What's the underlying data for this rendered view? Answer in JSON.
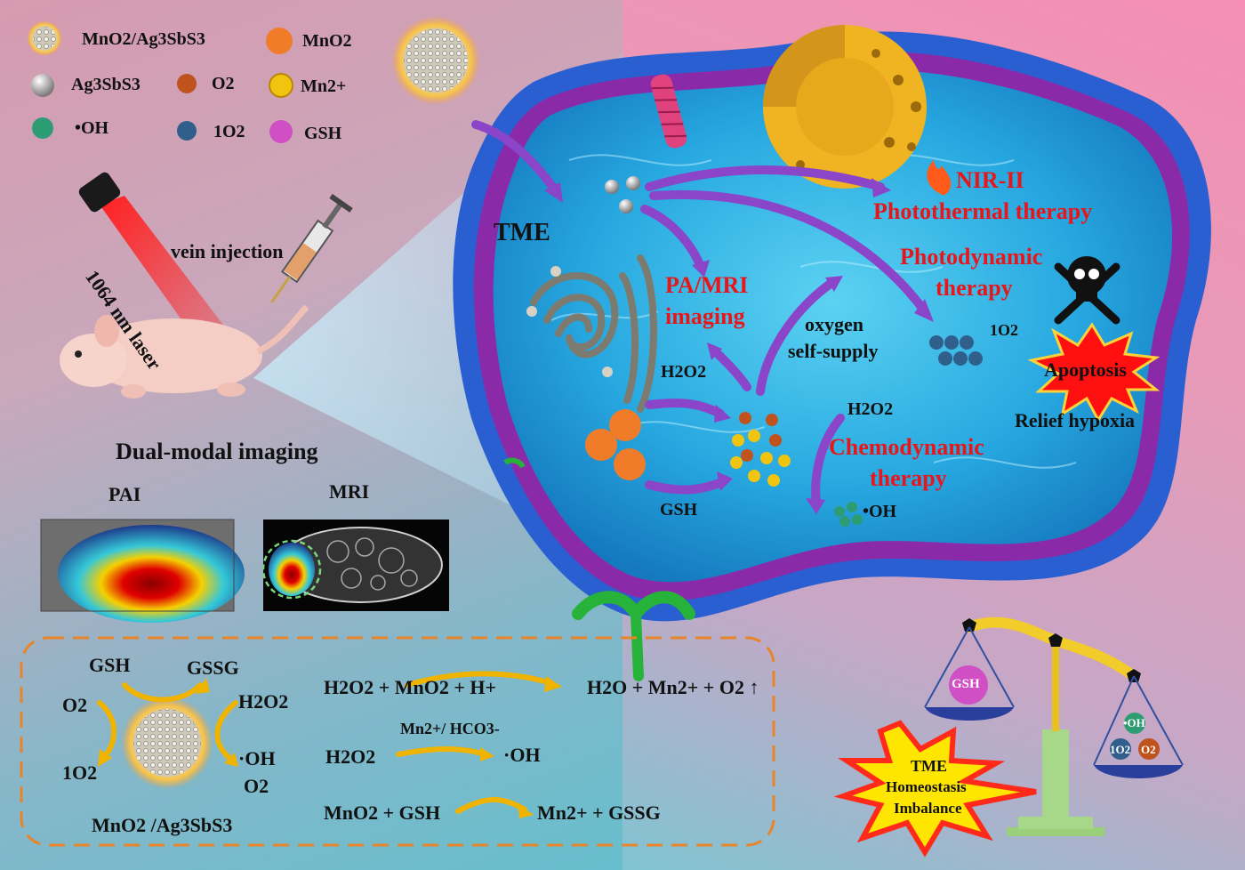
{
  "legend": {
    "composite": "MnO2/Ag3SbS3",
    "mno2": "MnO2",
    "ag3sbs3": "Ag3SbS3",
    "o2": "O2",
    "mn2plus": "Mn2+",
    "oh": "•OH",
    "singlet_o2": "1O2",
    "gsh": "GSH"
  },
  "left": {
    "laser": "1064 nm laser",
    "injection": "vein injection",
    "dual_modal": "Dual-modal imaging",
    "pai": "PAI",
    "mri": "MRI"
  },
  "cell": {
    "tme": "TME",
    "nir": "NIR-II",
    "photothermal": "Photothermal therapy",
    "photodynamic_1": "Photodynamic",
    "photodynamic_2": "therapy",
    "pa_mri_1": "PA/MRI",
    "pa_mri_2": "imaging",
    "oxygen_1": "oxygen",
    "oxygen_2": "self-supply",
    "singlet": "1O2",
    "apoptosis": "Apoptosis",
    "relief": "Relief hypoxia",
    "h2o2_a": "H2O2",
    "h2o2_b": "H2O2",
    "chemo_1": "Chemodynamic",
    "chemo_2": "therapy",
    "gsh": "GSH",
    "oh": "•OH"
  },
  "reactions": {
    "gsh": "GSH",
    "gssg": "GSSG",
    "o2": "O2",
    "h2o2": "H2O2",
    "singlet": "1O2",
    "oh": "·OH",
    "o2b": "O2",
    "name": "MnO2 /Ag3SbS3",
    "eq1_left": "H2O2 + MnO2 + H+",
    "eq1_right": "H2O + Mn2+ + O2 ↑",
    "eq2_cat": "Mn2+/ HCO3-",
    "eq2_left": "H2O2",
    "eq2_right": "·OH",
    "eq3_left": "MnO2 + GSH",
    "eq3_right": "Mn2+ + GSSG"
  },
  "balance": {
    "gsh": "GSH",
    "oh": "•OH",
    "singlet": "1O2",
    "o2": "O2",
    "burst_1": "TME",
    "burst_2": "Homeostasis",
    "burst_3": "Imbalance"
  },
  "colors": {
    "mno2": "#f07c2a",
    "ag3sbs3": "#a9a9a9",
    "o2": "#c0531d",
    "mn2plus": "#f1c40f",
    "oh": "#2e9c73",
    "singlet_o2": "#2f5f8a",
    "gsh": "#d04fc4",
    "text_red": "#e8161b",
    "cell_water": "#27a8e0",
    "membrane": "#2a5fd1"
  }
}
